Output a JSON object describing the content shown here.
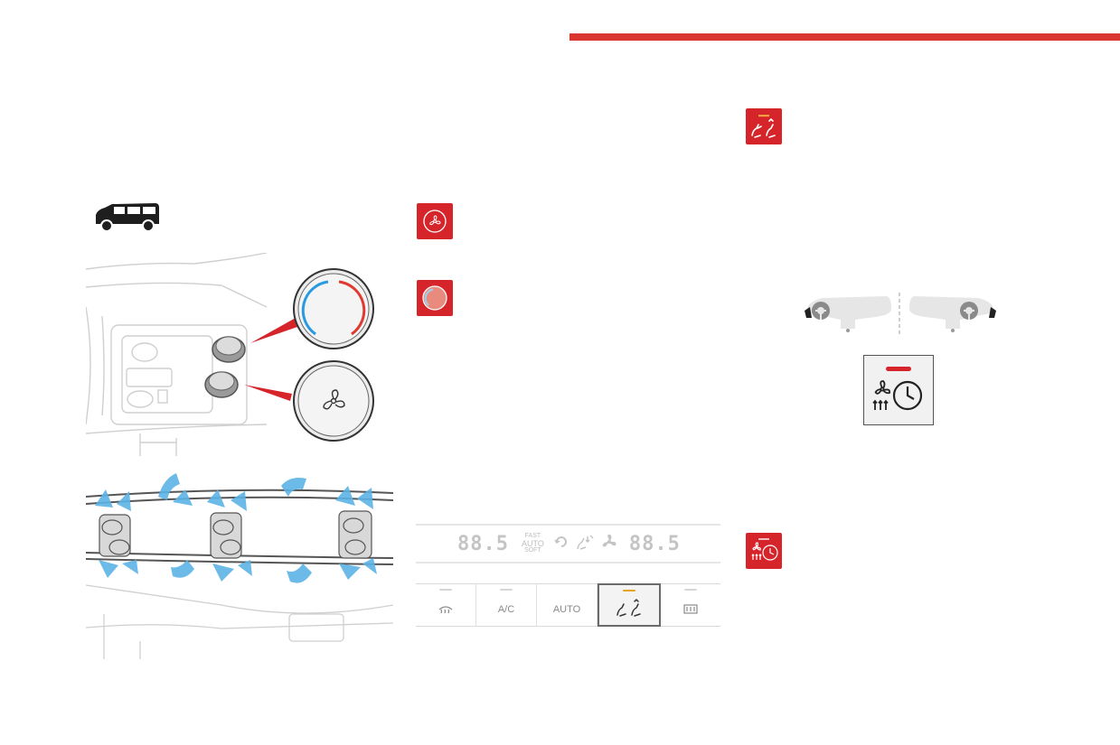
{
  "colors": {
    "accent_red": "#d8362e",
    "tile_red": "#d6242b",
    "led_orange": "#e8a318"
  },
  "icons": {
    "distribution_tile": "air-distribution-icon",
    "fan_tile": "fan-speed-icon",
    "temperature_tile": "temperature-icon",
    "ventilation_timer_tile": "fan-timer-icon",
    "vehicle": "van-icon"
  },
  "control_panel": {
    "left_temp": "88.5",
    "right_temp": "88.5",
    "mode_labels": [
      "FAST",
      "AUTO",
      "SOFT"
    ],
    "buttons": [
      {
        "label": "",
        "icon": "rear-defrost-icon",
        "active": false
      },
      {
        "label": "A/C",
        "icon": "",
        "active": false
      },
      {
        "label": "AUTO",
        "icon": "",
        "active": false
      },
      {
        "label": "",
        "icon": "air-distribution-icon",
        "active": true
      },
      {
        "label": "",
        "icon": "heated-screen-icon",
        "active": false
      }
    ]
  }
}
